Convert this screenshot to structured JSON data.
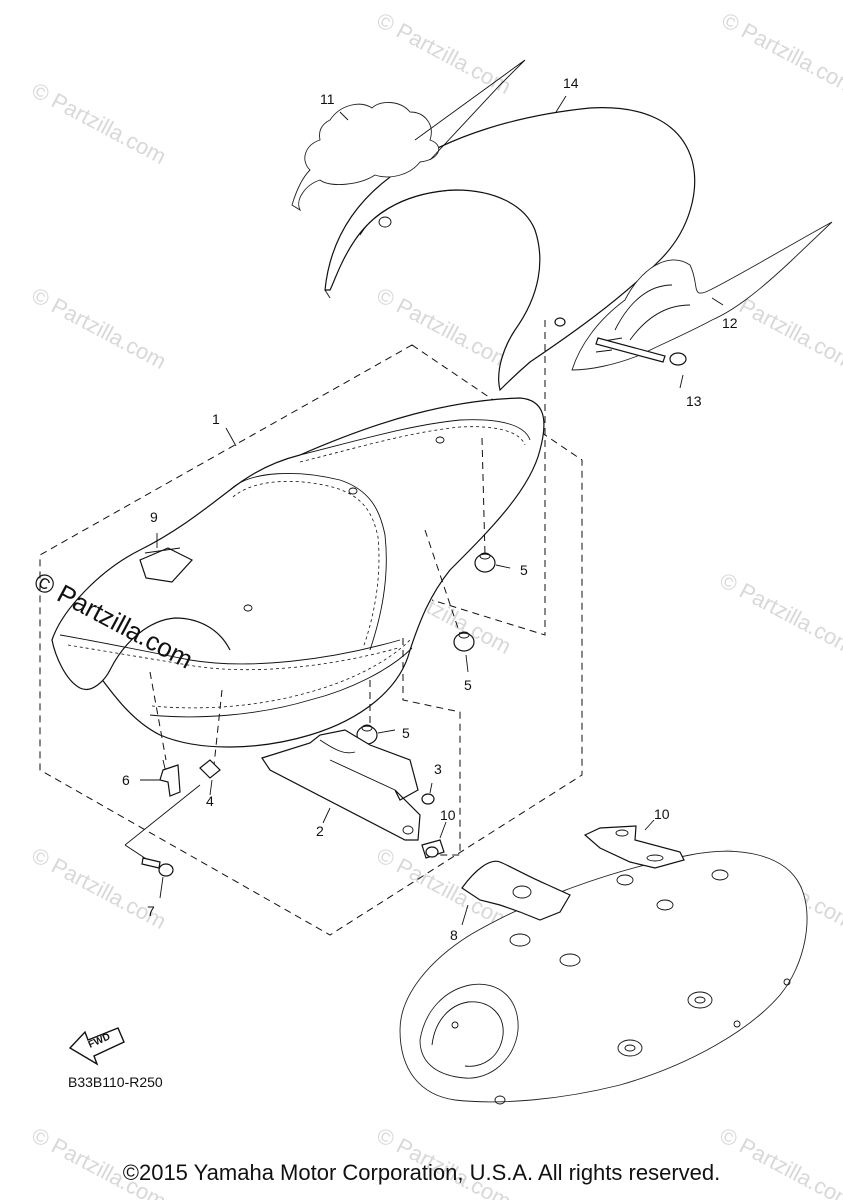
{
  "watermark": {
    "text": "© Partzilla.com"
  },
  "callouts": [
    {
      "id": "1",
      "label": "1"
    },
    {
      "id": "2",
      "label": "2"
    },
    {
      "id": "3",
      "label": "3"
    },
    {
      "id": "4",
      "label": "4"
    },
    {
      "id": "5a",
      "label": "5"
    },
    {
      "id": "5b",
      "label": "5"
    },
    {
      "id": "5c",
      "label": "5"
    },
    {
      "id": "6",
      "label": "6"
    },
    {
      "id": "7",
      "label": "7"
    },
    {
      "id": "8",
      "label": "8"
    },
    {
      "id": "9",
      "label": "9"
    },
    {
      "id": "10a",
      "label": "10"
    },
    {
      "id": "10b",
      "label": "10"
    },
    {
      "id": "11",
      "label": "11"
    },
    {
      "id": "12",
      "label": "12"
    },
    {
      "id": "13",
      "label": "13"
    },
    {
      "id": "14",
      "label": "14"
    }
  ],
  "fwd_label": "FWD",
  "diagram_code": "B33B110-R250",
  "copyright": "©2015 Yamaha Motor Corporation, U.S.A. All rights reserved."
}
